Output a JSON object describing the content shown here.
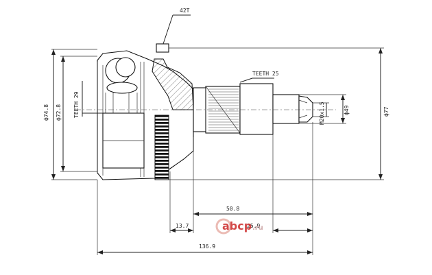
{
  "labels": {
    "abs_ring_teeth": "42T",
    "outer_diameter": "ф74.8",
    "seal_diameter": "ф72.8",
    "inner_spline": "TEETH 29",
    "shaft_spline": "TEETH 25",
    "shaft_diameter": "ф49",
    "thread": "M20x1.5",
    "total_diameter": "ф77",
    "shaft_length": "50.8",
    "ring_offset": "13.7",
    "thread_length": "25.9",
    "total_length": "136.9"
  },
  "watermark": {
    "brand": "аbcp",
    "domain": ".ru",
    "brand_color": "#cc2a2a",
    "circle_color": "#e8b0a8"
  }
}
